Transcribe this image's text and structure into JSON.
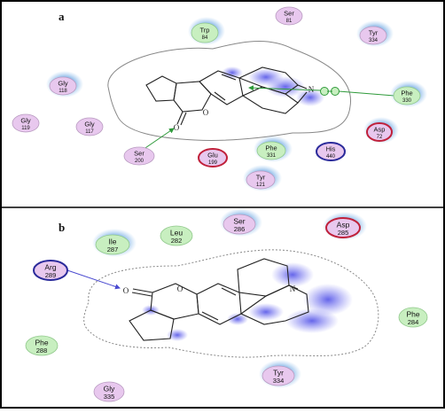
{
  "panels": [
    {
      "letter": "a",
      "residues": [
        {
          "name": "Trp",
          "num": "84",
          "kind": "green"
        },
        {
          "name": "Ser",
          "num": "81",
          "kind": "pink"
        },
        {
          "name": "Tyr",
          "num": "334",
          "kind": "pink"
        },
        {
          "name": "Gly",
          "num": "118",
          "kind": "pink"
        },
        {
          "name": "Gly",
          "num": "119",
          "kind": "pink"
        },
        {
          "name": "Gly",
          "num": "117",
          "kind": "pink"
        },
        {
          "name": "Phe",
          "num": "330",
          "kind": "green"
        },
        {
          "name": "Asp",
          "num": "72",
          "kind": "pink-red"
        },
        {
          "name": "Ser",
          "num": "200",
          "kind": "pink"
        },
        {
          "name": "Glu",
          "num": "199",
          "kind": "pink-red"
        },
        {
          "name": "Phe",
          "num": "331",
          "kind": "green"
        },
        {
          "name": "His",
          "num": "440",
          "kind": "pink-blue"
        },
        {
          "name": "Tyr",
          "num": "121",
          "kind": "pink"
        }
      ],
      "atoms": {
        "O1": "O",
        "O2": "O",
        "N": "N"
      }
    },
    {
      "letter": "b",
      "residues": [
        {
          "name": "Ile",
          "num": "287",
          "kind": "green"
        },
        {
          "name": "Leu",
          "num": "282",
          "kind": "green"
        },
        {
          "name": "Ser",
          "num": "286",
          "kind": "pink"
        },
        {
          "name": "Asp",
          "num": "285",
          "kind": "pink-red"
        },
        {
          "name": "Arg",
          "num": "289",
          "kind": "pink-blue"
        },
        {
          "name": "Phe",
          "num": "288",
          "kind": "green"
        },
        {
          "name": "Phe",
          "num": "284",
          "kind": "green"
        },
        {
          "name": "Tyr",
          "num": "334",
          "kind": "pink"
        },
        {
          "name": "Gly",
          "num": "335",
          "kind": "pink"
        }
      ],
      "atoms": {
        "O1": "O",
        "O2": "O",
        "N": "N"
      }
    }
  ],
  "colors": {
    "pink_fill": "#e8c8ee",
    "green_fill": "#c8efc0",
    "red_stroke": "#c0203a",
    "blue_stroke": "#2a2a9a",
    "halo": "#7fb2e6",
    "hbond_green": "#2e9a3a",
    "hbond_blue": "#4a4ad0",
    "exposure_blue": "#5a5ae0",
    "pocket_line": "#888888"
  }
}
